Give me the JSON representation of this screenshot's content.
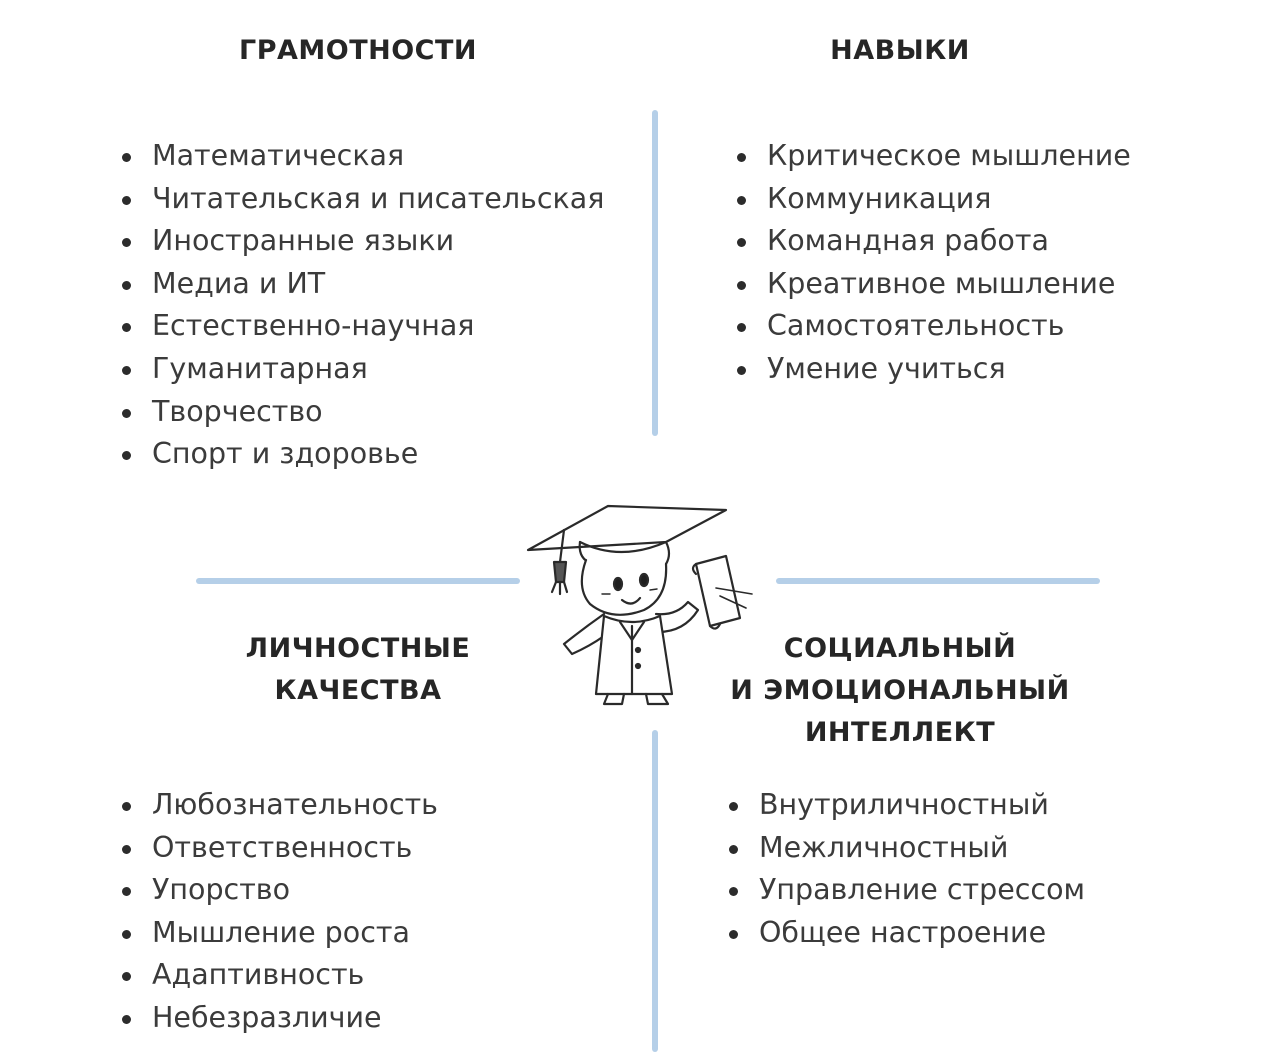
{
  "quadrants": {
    "literacies": {
      "title": [
        "ГРАМОТНОСТИ"
      ],
      "items": [
        "Математическая",
        "Читательская и писательская",
        "Иностранные языки",
        "Медиа и ИТ",
        "Естественно-научная",
        "Гуманитарная",
        "Творчество",
        "Спорт и здоровье"
      ]
    },
    "skills": {
      "title": [
        "НАВЫКИ"
      ],
      "items": [
        "Критическое мышление",
        "Коммуникация",
        "Командная работа",
        "Креативное мышление",
        "Самостоятельность",
        "Умение учиться"
      ]
    },
    "personal": {
      "title": [
        "ЛИЧНОСТНЫЕ",
        "КАЧЕСТВА"
      ],
      "items": [
        "Любознательность",
        "Ответственность",
        "Упорство",
        "Мышление роста",
        "Адаптивность",
        "Небезразличие"
      ]
    },
    "social": {
      "title": [
        "СОЦИАЛЬНЫЙ",
        "И ЭМОЦИОНАЛЬНЫЙ",
        "ИНТЕЛЛЕКТ"
      ],
      "items": [
        "Внутриличностный",
        "Межличностный",
        "Управление стрессом",
        "Общее настроение"
      ]
    }
  },
  "colors": {
    "divider": "#b5cfe8",
    "heading": "#262626",
    "text": "#3b3b3b"
  },
  "icons": {
    "center": "graduate-child-icon"
  }
}
